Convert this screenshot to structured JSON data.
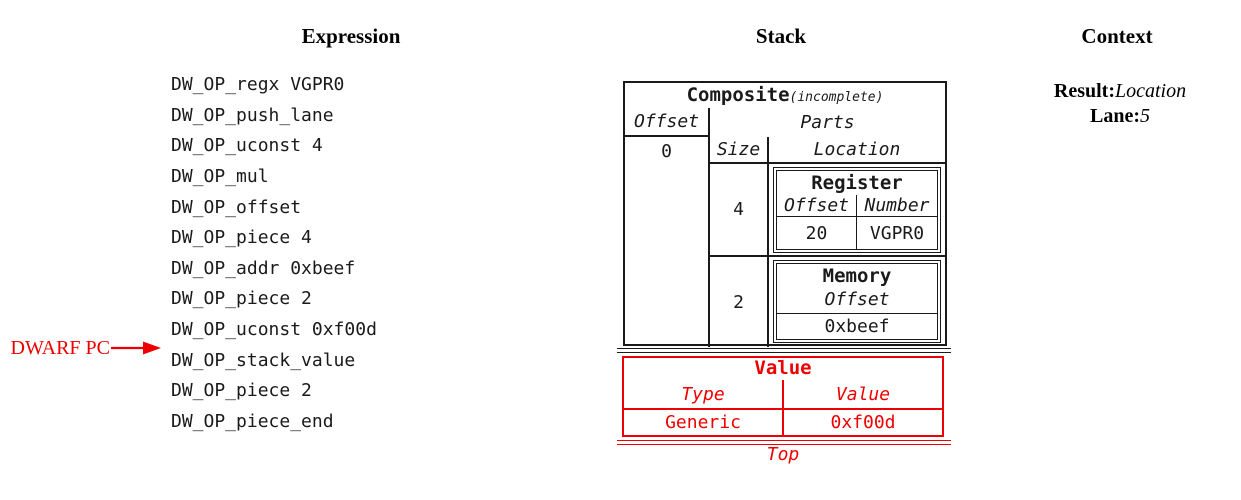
{
  "columns": {
    "expression_title": "Expression",
    "stack_title": "Stack",
    "context_title": "Context"
  },
  "expression": {
    "ops": [
      "DW_OP_regx VGPR0",
      "DW_OP_push_lane",
      "DW_OP_uconst 4",
      "DW_OP_mul",
      "DW_OP_offset",
      "DW_OP_piece 4",
      "DW_OP_addr 0xbeef",
      "DW_OP_piece 2",
      "DW_OP_uconst 0xf00d",
      "DW_OP_stack_value",
      "DW_OP_piece 2",
      "DW_OP_piece_end"
    ],
    "pc_label": "DWARF PC",
    "pc_target": "DW_OP_stack_value"
  },
  "stack": {
    "composite": {
      "title": "Composite",
      "subtitle": "(incomplete)",
      "offset_header": "Offset",
      "offset_value": "0",
      "parts_header": "Parts",
      "size_header": "Size",
      "location_header": "Location",
      "parts": [
        {
          "size": "4",
          "location": {
            "title": "Register",
            "offset_header": "Offset",
            "number_header": "Number",
            "offset_value": "20",
            "number_value": "VGPR0"
          }
        },
        {
          "size": "2",
          "location": {
            "title": "Memory",
            "offset_header": "Offset",
            "offset_value": "0xbeef"
          }
        }
      ]
    },
    "value_entry": {
      "title": "Value",
      "type_header": "Type",
      "value_header": "Value",
      "type_value": "Generic",
      "value_value": "0xf00d"
    },
    "top_label": "Top"
  },
  "context": {
    "result_label": "Result:",
    "result_value": "Location",
    "lane_label": "Lane:",
    "lane_value": "5"
  },
  "colors": {
    "accent_red": "#ee0000",
    "ink": "#1a1a1a"
  }
}
